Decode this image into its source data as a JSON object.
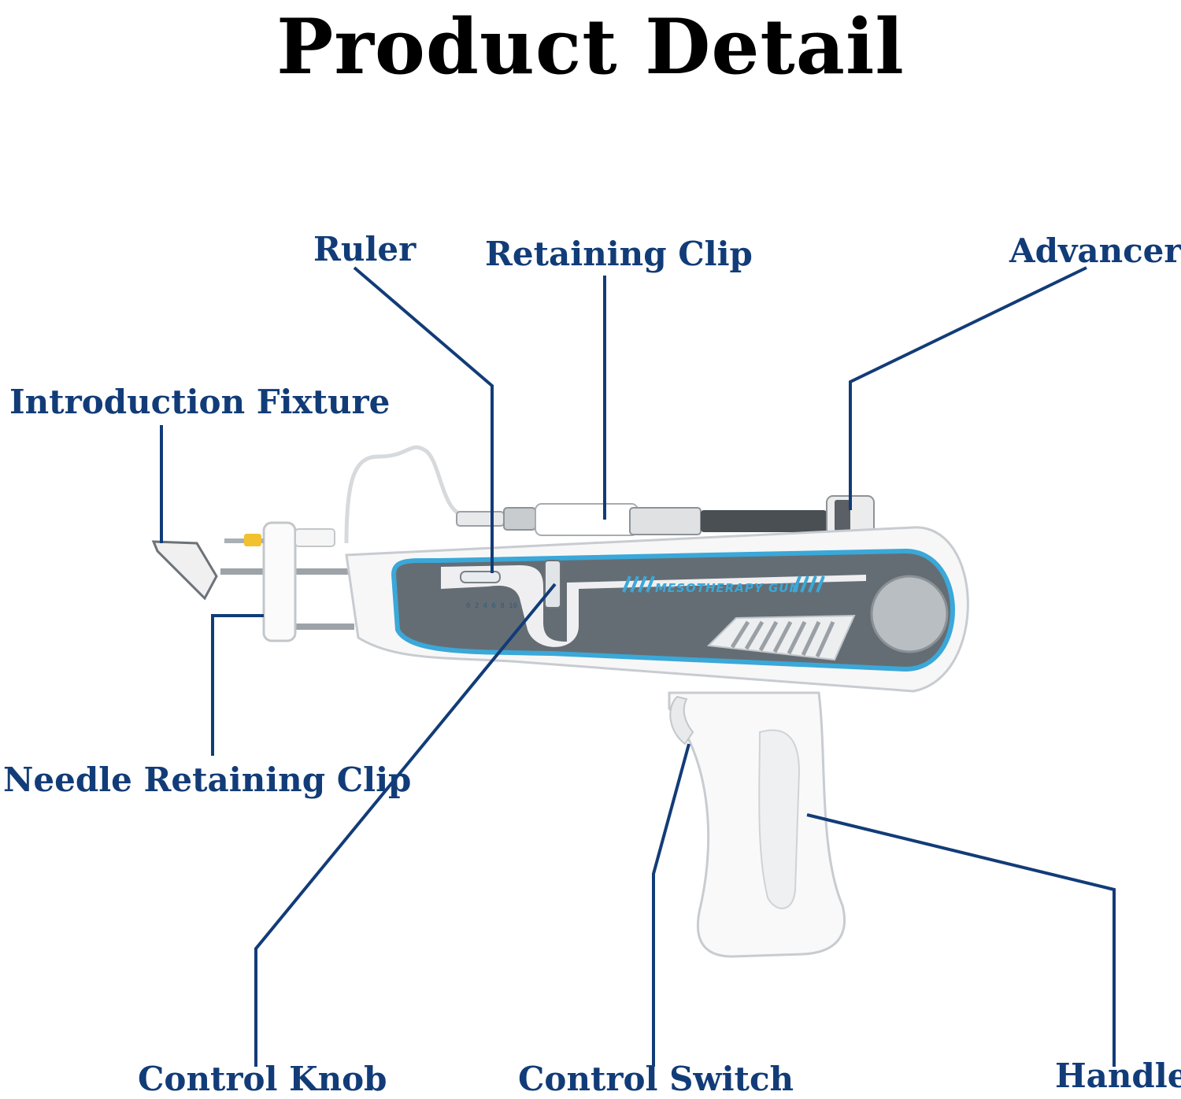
{
  "title": "Product Detail",
  "device_text": "MESOTHERAPY GUN",
  "ruler_marks": "0 2 4 6 8 10",
  "labels": {
    "ruler": "Ruler",
    "retaining_clip": "Retaining Clip",
    "advancer": "Advancer",
    "introduction_fixture": "Introduction Fixture",
    "needle_retaining_clip": "Needle Retaining Clip",
    "control_knob": "Control Knob",
    "control_switch": "Control Switch",
    "handle": "Handle"
  },
  "colors": {
    "label": "#123c78",
    "leader": "#123c78",
    "accent": "#3aa8d8",
    "panel": "#5f6870",
    "body": "#f4f5f6"
  }
}
